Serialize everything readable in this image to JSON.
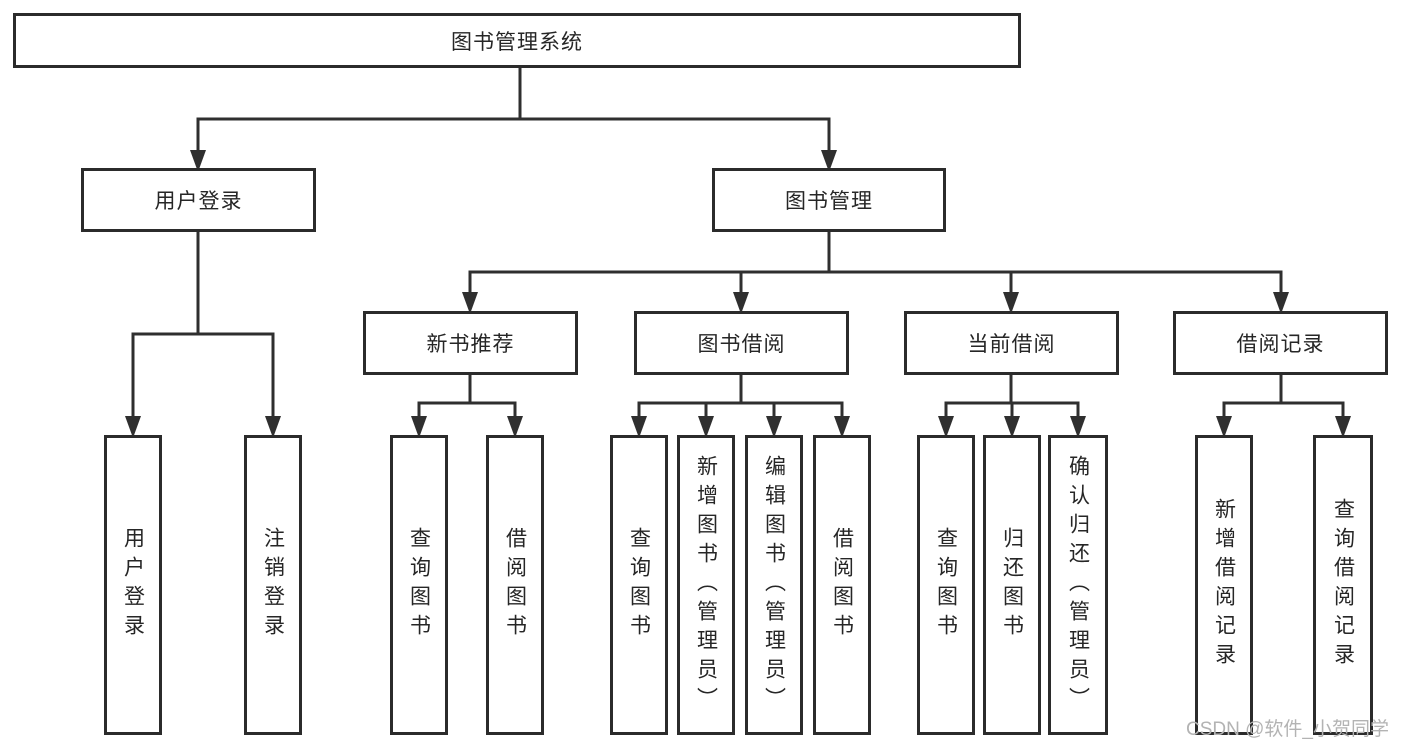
{
  "root": {
    "label": "图书管理系统"
  },
  "branches": [
    {
      "label": "用户登录",
      "children": [
        {
          "label": "用户登录"
        },
        {
          "label": "注销登录"
        }
      ]
    },
    {
      "label": "图书管理",
      "children": [
        {
          "label": "新书推荐",
          "children": [
            {
              "label": "查询图书"
            },
            {
              "label": "借阅图书"
            }
          ]
        },
        {
          "label": "图书借阅",
          "children": [
            {
              "label": "查询图书"
            },
            {
              "label": "新增图书（管理员）"
            },
            {
              "label": "编辑图书（管理员）"
            },
            {
              "label": "借阅图书"
            }
          ]
        },
        {
          "label": "当前借阅",
          "children": [
            {
              "label": "查询图书"
            },
            {
              "label": "归还图书"
            },
            {
              "label": "确认归还（管理员）"
            }
          ]
        },
        {
          "label": "借阅记录",
          "children": [
            {
              "label": "新增借阅记录"
            },
            {
              "label": "查询借阅记录"
            }
          ]
        }
      ]
    }
  ],
  "watermark": {
    "text": "CSDN @软件_小贺同学"
  },
  "colors": {
    "line": "#2f2f2f",
    "box_border": "#2b2b2b",
    "text": "#262626",
    "watermark": "#b3b3b3",
    "background": "#ffffff"
  }
}
